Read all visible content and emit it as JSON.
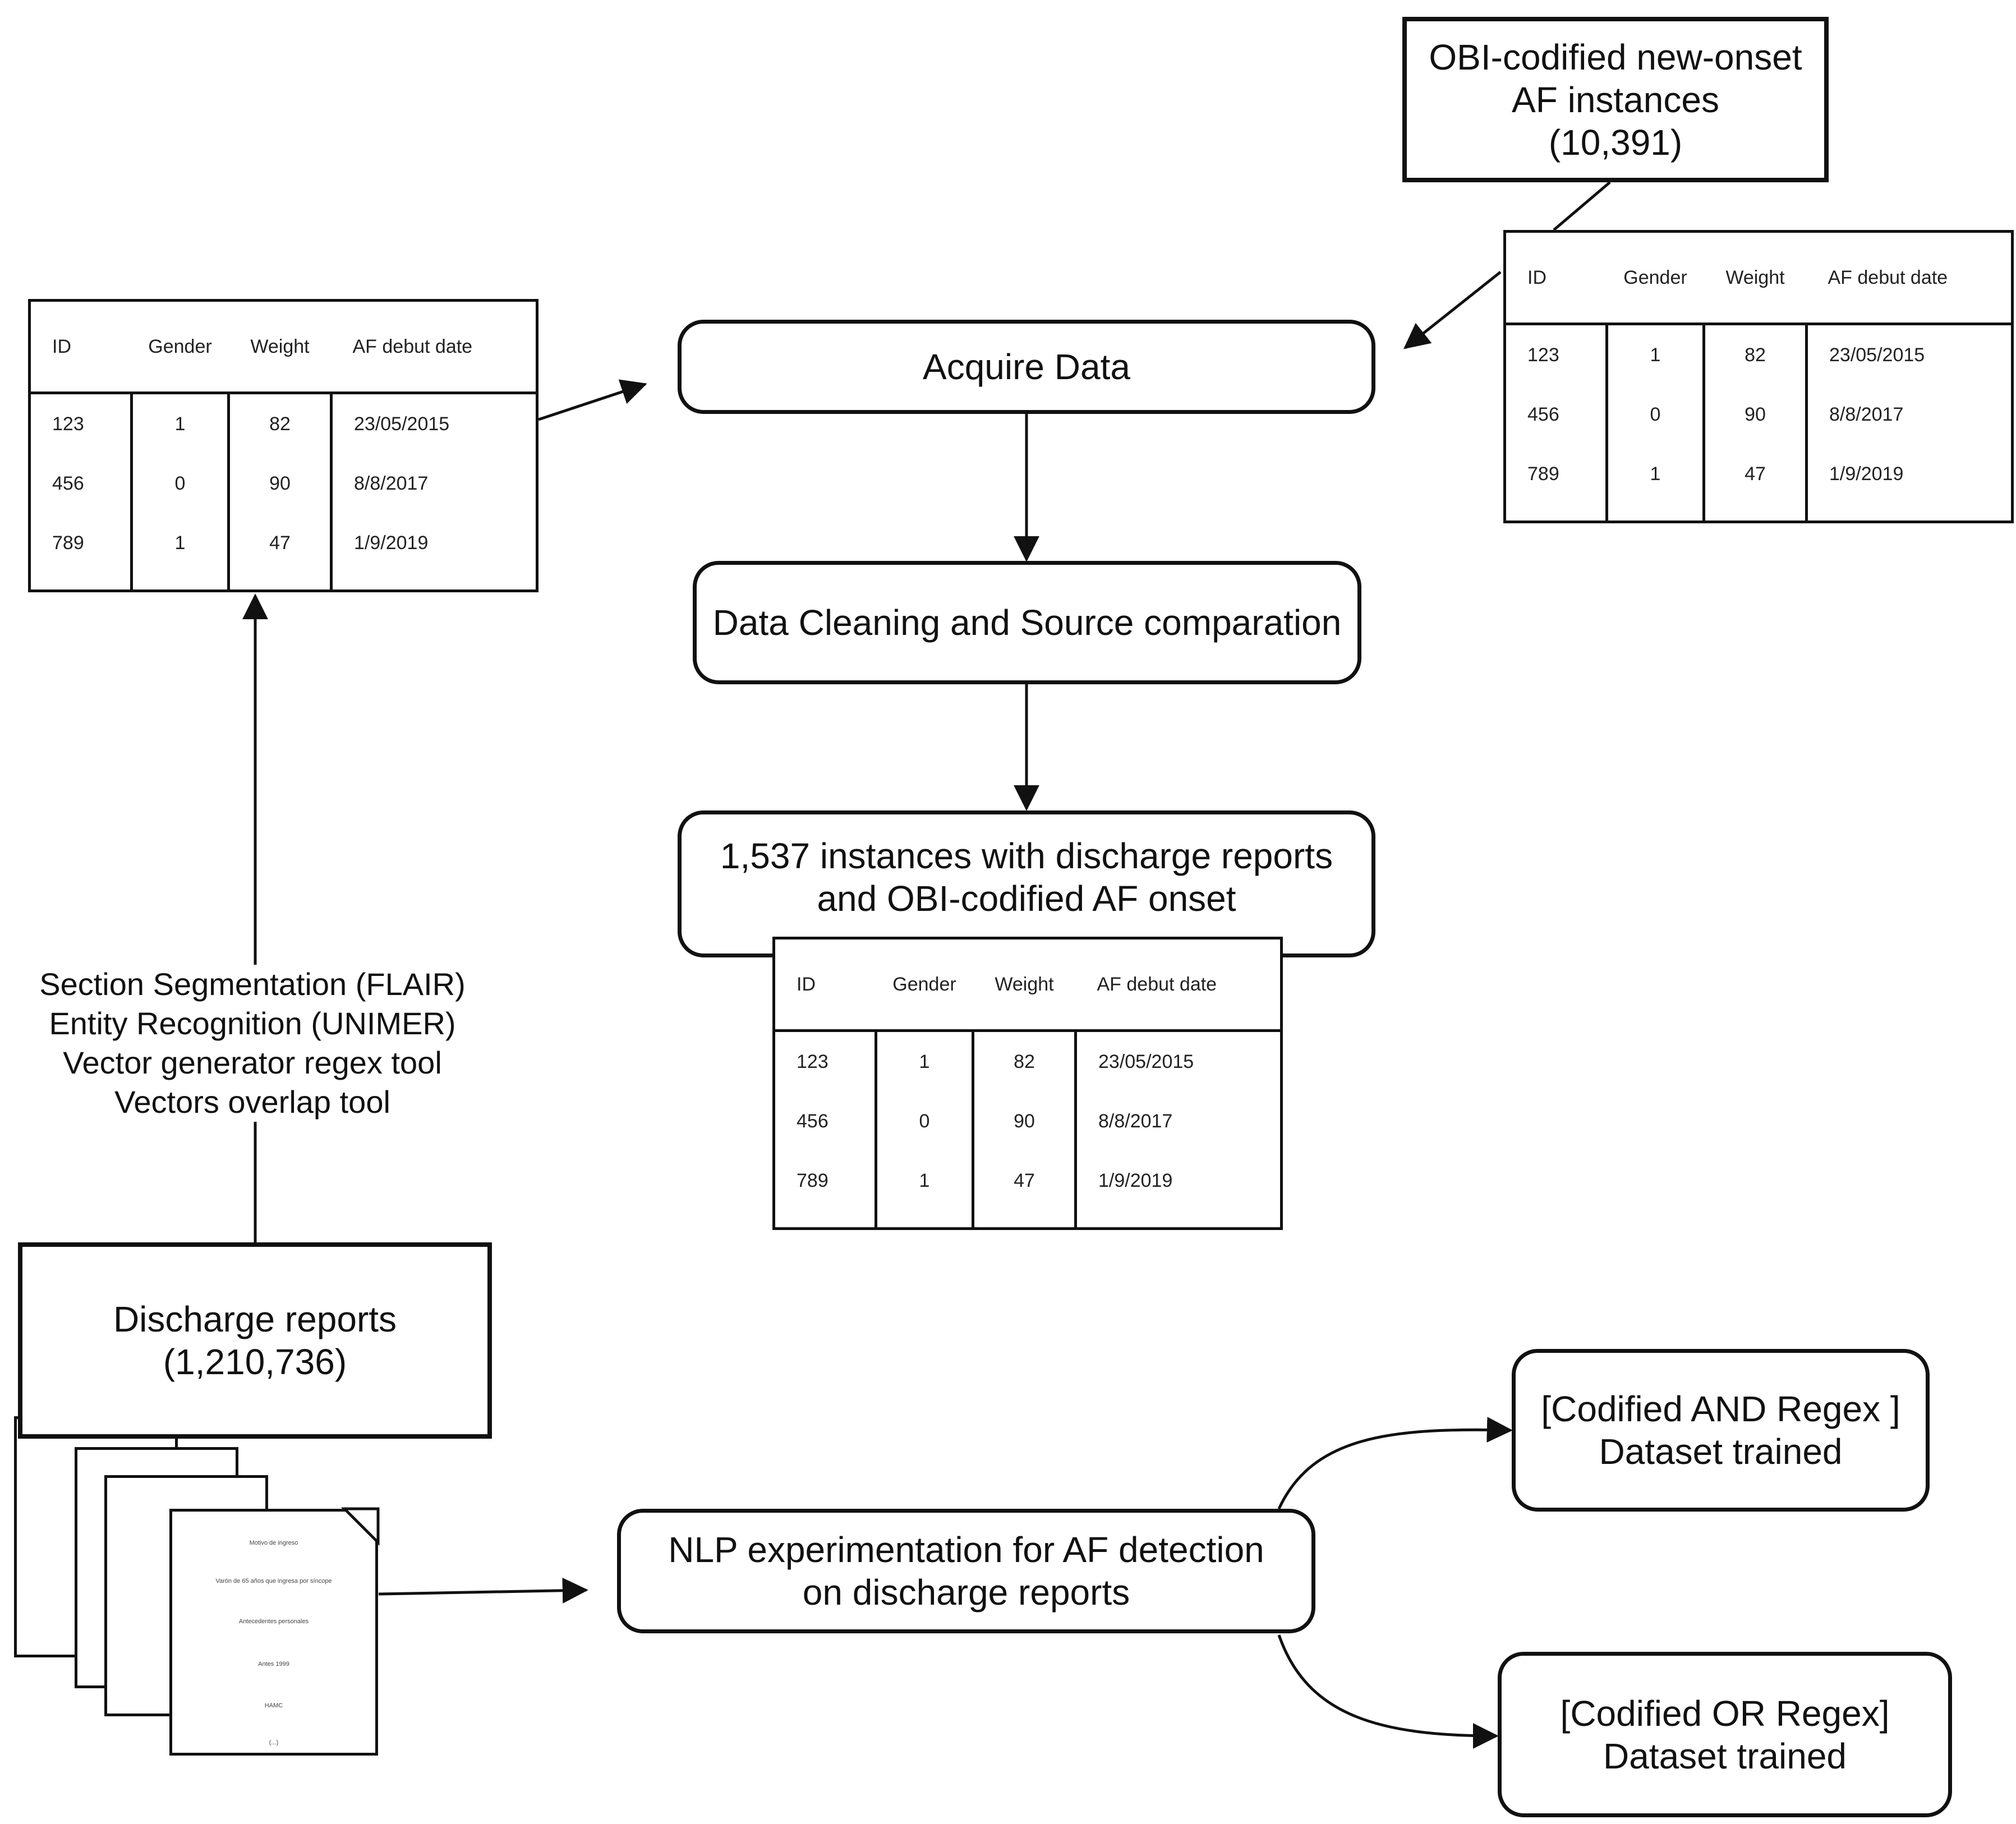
{
  "nodes": {
    "obi_source": [
      "OBI-codified new-onset",
      "AF instances",
      "(10,391)"
    ],
    "acquire": "Acquire Data",
    "cleaning": "Data Cleaning and Source comparation",
    "merged": [
      "1,537 instances with discharge reports",
      "and OBI-codified AF onset"
    ],
    "discharge": [
      "Discharge reports",
      "(1,210,736)"
    ],
    "nlp": [
      "NLP experimentation for AF detection",
      "on discharge reports"
    ],
    "and_dataset": [
      "[Codified AND Regex ]",
      "Dataset trained"
    ],
    "or_dataset": [
      "[Codified OR Regex]",
      "Dataset trained"
    ]
  },
  "tools": [
    "Section Segmentation (FLAIR)",
    "Entity Recognition (UNIMER)",
    "Vector generator regex tool",
    "Vectors overlap tool"
  ],
  "sample_table": {
    "headers": [
      "ID",
      "Gender",
      "Weight",
      "AF debut date"
    ],
    "rows": [
      [
        "123",
        "1",
        "82",
        "23/05/2015"
      ],
      [
        "456",
        "0",
        "90",
        "8/8/2017"
      ],
      [
        "789",
        "1",
        "47",
        "1/9/2019"
      ]
    ]
  },
  "document_lines": [
    "Motivo de ingreso",
    "Varón de 65 años que ingresa por síncope",
    "Antecedentes personales",
    "Antes 1999",
    "HAMC",
    "(...)"
  ]
}
